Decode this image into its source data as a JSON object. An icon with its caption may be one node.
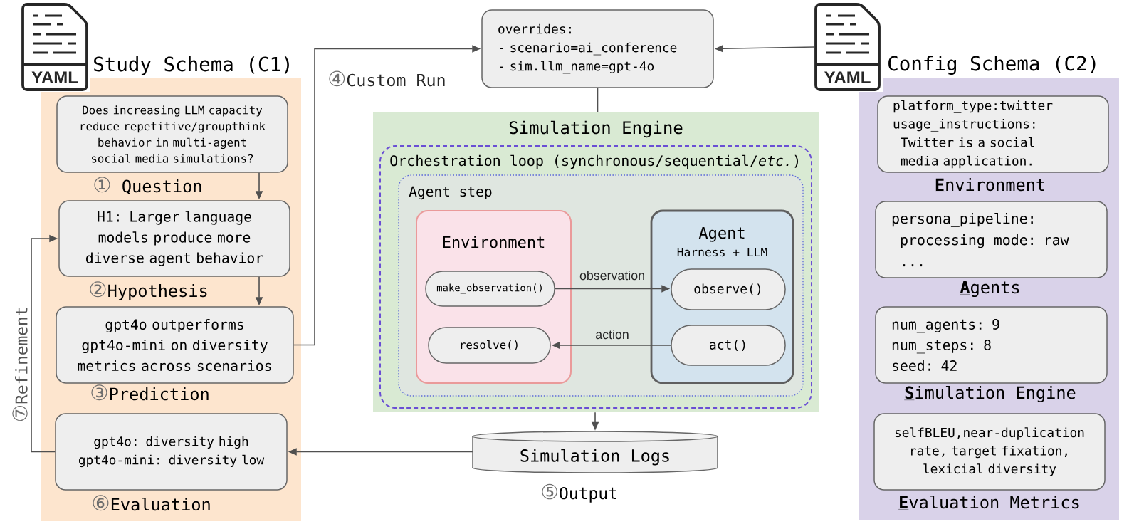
{
  "diagram": {
    "nodes": [
      {
        "text": [
          "YAML"
        ]
      },
      {
        "text": [
          "Study Schema (C1)"
        ]
      },
      {
        "text": [
          "Does increasing LLM capacity reduce repetitive/groupthink behavior in multi-agent social media simulations?"
        ],
        "in": 1,
        "beside": [
          "① Question"
        ]
      },
      {
        "text": [
          "H1: Larger language models produce more diverse agent behavior"
        ],
        "in": 1,
        "beside": [
          "②Hypothesis"
        ]
      },
      {
        "text": [
          "gpt4o outperforms gpt4o-mini on diversity metrics across scenarios"
        ],
        "in": 1,
        "beside": [
          "③Prediction"
        ]
      },
      {
        "text": [
          "gpt4o: diversity high",
          "gpt4o-mini: diversity low"
        ],
        "in": 1,
        "beside": [
          "⑥Evaluation"
        ]
      },
      {
        "text": [
          "overrides:",
          "- scenario=ai_conference",
          "- sim.llm_name=gpt-4o"
        ]
      },
      {
        "text": [
          "Simulation Engine"
        ]
      },
      {
        "text": [
          "Orchestration loop (synchronous/sequential/*etc.*)"
        ],
        "in": 7
      },
      {
        "text": [
          "Agent step"
        ],
        "in": 8
      },
      {
        "text": [
          "Environment"
        ],
        "in": 9
      },
      {
        "text": [
          "make_observation()"
        ],
        "in": 10
      },
      {
        "text": [
          "resolve()"
        ],
        "in": 10
      },
      {
        "text": [
          "Agent",
          "Harness + LLM"
        ],
        "in": 9
      },
      {
        "text": [
          "observe()"
        ],
        "in": 13
      },
      {
        "text": [
          "act()"
        ],
        "in": 13
      },
      {
        "text": [
          "Simulation Logs"
        ],
        "beside": [
          "⑤Output"
        ]
      },
      {
        "text": [
          "YAML"
        ]
      },
      {
        "text": [
          "Config Schema (C2)"
        ]
      },
      {
        "text": [
          "platform_type:twitter",
          "usage_instructions:",
          "Twitter is a social media application."
        ],
        "in": 18,
        "beside": [
          "**E**nvironment"
        ]
      },
      {
        "text": [
          "persona_pipeline:",
          "processing_mode: raw",
          "..."
        ],
        "in": 18,
        "beside": [
          "**A**gents"
        ]
      },
      {
        "text": [
          "num_agents: 9",
          "num_steps: 8",
          "seed: 42"
        ],
        "in": 18,
        "beside": [
          "**S**imulation Engine"
        ]
      },
      {
        "text": [
          "selfBLEU,near-duplication rate, target fixation, lexicial diversity"
        ],
        "in": 18,
        "beside": [
          "**E**valuation Metrics"
        ]
      }
    ],
    "edges": [
      {
        "from": 2,
        "to": 3,
        "arrow": "to"
      },
      {
        "from": 3,
        "to": 4,
        "arrow": "to"
      },
      {
        "from": 4,
        "to": 6,
        "arrow": "to",
        "label": "④Custom Run"
      },
      {
        "from": 17,
        "to": 6,
        "arrow": "to"
      },
      {
        "from": 6,
        "to": 7,
        "arrow": "none"
      },
      {
        "from": 11,
        "to": 14,
        "arrow": "to",
        "label": "observation"
      },
      {
        "from": 15,
        "to": 12,
        "arrow": "to",
        "label": "action"
      },
      {
        "from": 7,
        "to": 16,
        "arrow": "to"
      },
      {
        "from": 16,
        "to": 5,
        "arrow": "to"
      },
      {
        "from": 5,
        "to": 3,
        "arrow": "to",
        "label": "⑦Refinement"
      }
    ]
  }
}
